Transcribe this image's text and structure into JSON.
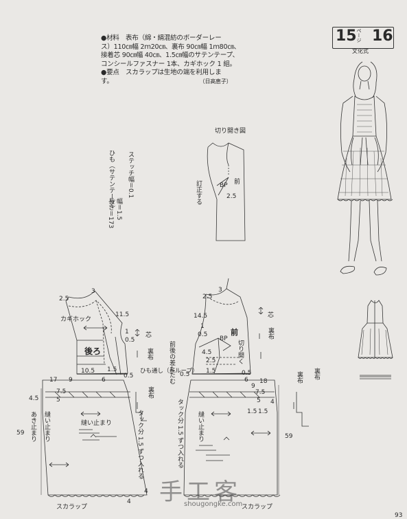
{
  "materials": {
    "lines": [
      "●材料　表布（綿・絹混紡のボーダーレー",
      "ス）110㎝幅 2ｍ20㎝、裏布 90㎝幅 1ｍ80㎝、",
      "接着芯 90㎝幅 40㎝、1.5㎝幅のサテンテープ、",
      "コンシールファスナー 1本、カギホック 1 組。",
      "●要点　スカラップは生地の端を利用しま",
      "す。"
    ],
    "credit": "（日高恵子）"
  },
  "page_ref": {
    "main": "15",
    "sub": "ページ",
    "number": "16",
    "style": "文化式"
  },
  "slash_diagram": {
    "title": "切り開き図",
    "front": "前",
    "bp": "BP",
    "value": "2.5",
    "dart": "訂正する"
  },
  "tie": {
    "stitch": "ステッチ幅＝0.1",
    "tape": "ひも（サテンテープ）",
    "width": "幅＝1.5",
    "length": "長さ＝173"
  },
  "back": {
    "title": "後ろ",
    "labels": {
      "hook": "カギホック",
      "shin": "芯",
      "ura": "裏布",
      "loop": "ひも通し（糸ループ）",
      "ura2": "裏布",
      "akidomari": "あき止まり",
      "nuidomari1": "縫い止まり",
      "nuidomari2": "縫い止まり",
      "tuck": "タック分 1.5 ずつ入れる",
      "scallop": "スカラップ"
    },
    "nums": {
      "n25": "2.5",
      "n3": "3",
      "n115": "11.5",
      "n1": "1",
      "n05a": "0.5",
      "n105": "10.5",
      "n15": "1.5",
      "n6": "6",
      "n05b": "0.5",
      "n17": "17",
      "n9": "9",
      "n45": "4.5",
      "n75": "7.5",
      "n5": "5",
      "n59": "59",
      "n4": "4",
      "n4b": "4"
    }
  },
  "front": {
    "title": "前",
    "labels": {
      "shin": "芯",
      "ura": "裏布",
      "bp": "BP",
      "kirihiraku": "切り開く",
      "diff": "前後の差たたむ",
      "ura2": "裏布",
      "nuidomari": "縫い止まり",
      "tuck": "タック分 1.5 ずつ入れる",
      "scallop": "スカラップ",
      "ura3": "裏布"
    },
    "nums": {
      "n25": "2.5",
      "n3": "3",
      "n145": "14.5",
      "n1": "1",
      "n05a": "0.5",
      "n45": "4.5",
      "n25b": "2.5",
      "n05b": "0.5",
      "n05c": "0.5",
      "n15a": "1.5",
      "n6": "6",
      "n18": "18",
      "n9": "9",
      "n75": "7.5",
      "n5": "5",
      "n15b": "1.5",
      "n4": "4",
      "n59": "59",
      "n15c": "1.5"
    }
  },
  "watermark": {
    "text": "手工客",
    "url": "shougongke.com",
    "corner": "93"
  }
}
